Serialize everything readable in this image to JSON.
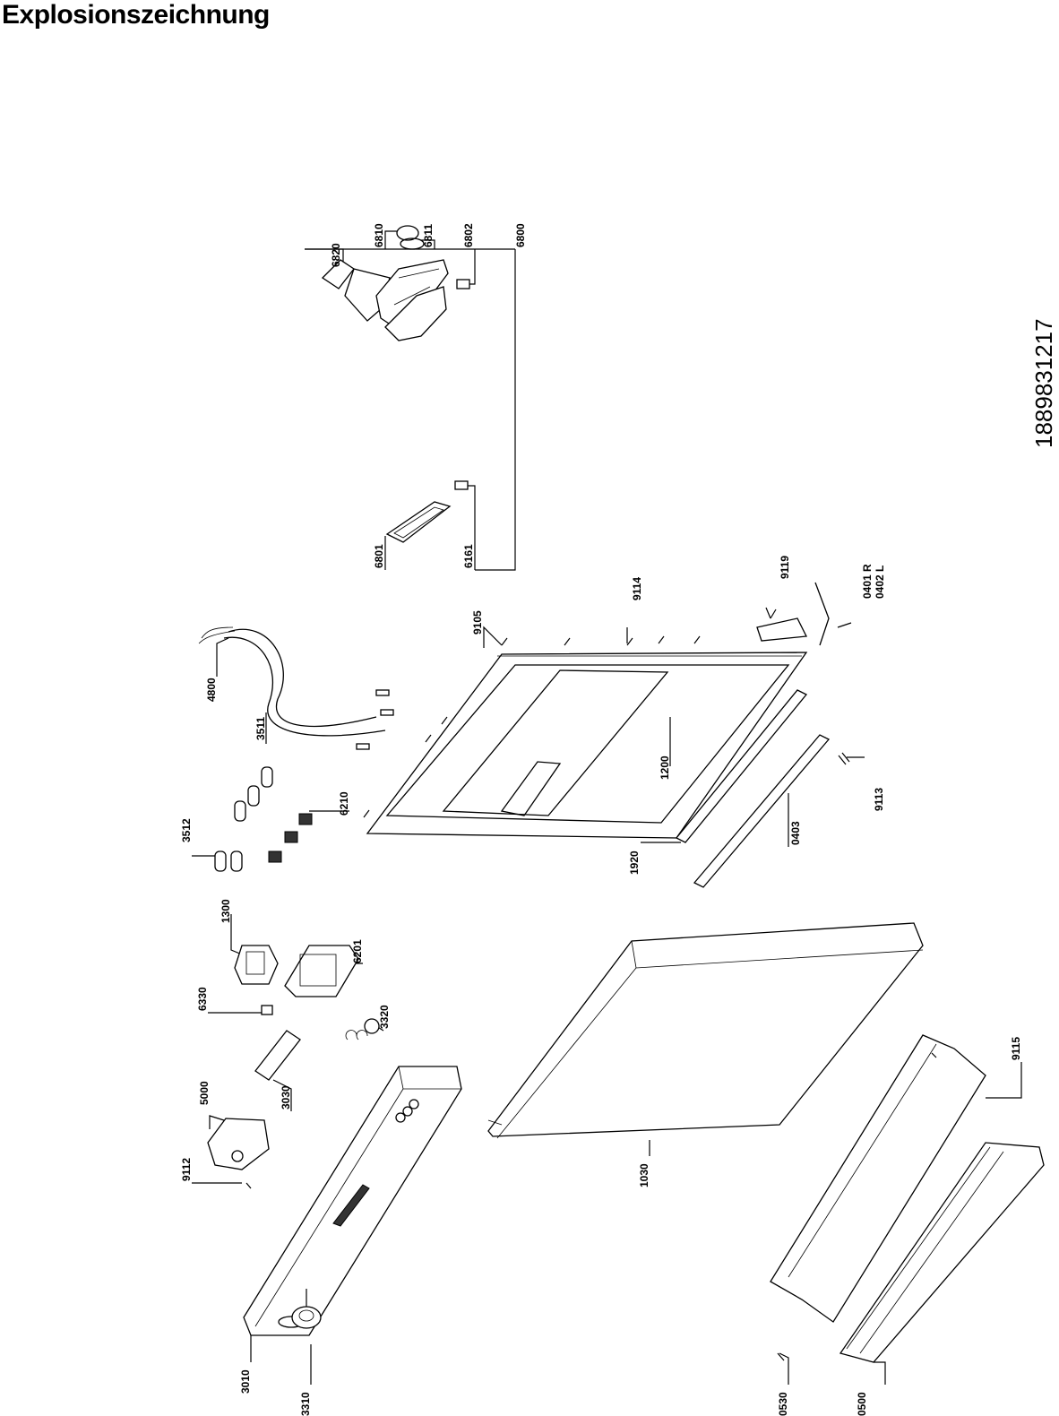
{
  "header": {
    "title": "Explosionszeichnung"
  },
  "document": {
    "number": "1889831217"
  },
  "part_labels": [
    {
      "id": "6820",
      "text": "6820"
    },
    {
      "id": "6810",
      "text": "6810"
    },
    {
      "id": "6811",
      "text": "6811"
    },
    {
      "id": "6802",
      "text": "6802"
    },
    {
      "id": "6800",
      "text": "6800"
    },
    {
      "id": "6801",
      "text": "6801"
    },
    {
      "id": "6161",
      "text": "6161"
    },
    {
      "id": "9105",
      "text": "9105"
    },
    {
      "id": "9114",
      "text": "9114"
    },
    {
      "id": "9119",
      "text": "9119"
    },
    {
      "id": "0401R",
      "text": "0401 R"
    },
    {
      "id": "0402L",
      "text": "0402 L"
    },
    {
      "id": "4800",
      "text": "4800"
    },
    {
      "id": "3511",
      "text": "3511"
    },
    {
      "id": "1200",
      "text": "1200"
    },
    {
      "id": "9113",
      "text": "9113"
    },
    {
      "id": "3512",
      "text": "3512"
    },
    {
      "id": "6210",
      "text": "6210"
    },
    {
      "id": "0403",
      "text": "0403"
    },
    {
      "id": "1920",
      "text": "1920"
    },
    {
      "id": "1300",
      "text": "1300"
    },
    {
      "id": "6201",
      "text": "6201"
    },
    {
      "id": "6330",
      "text": "6330"
    },
    {
      "id": "3320",
      "text": "3320"
    },
    {
      "id": "5000",
      "text": "5000"
    },
    {
      "id": "9115",
      "text": "9115"
    },
    {
      "id": "3030",
      "text": "3030"
    },
    {
      "id": "9112",
      "text": "9112"
    },
    {
      "id": "1030",
      "text": "1030"
    },
    {
      "id": "0530",
      "text": "0530"
    },
    {
      "id": "3010",
      "text": "3010"
    },
    {
      "id": "3310",
      "text": "3310"
    },
    {
      "id": "0500",
      "text": "0500"
    }
  ]
}
